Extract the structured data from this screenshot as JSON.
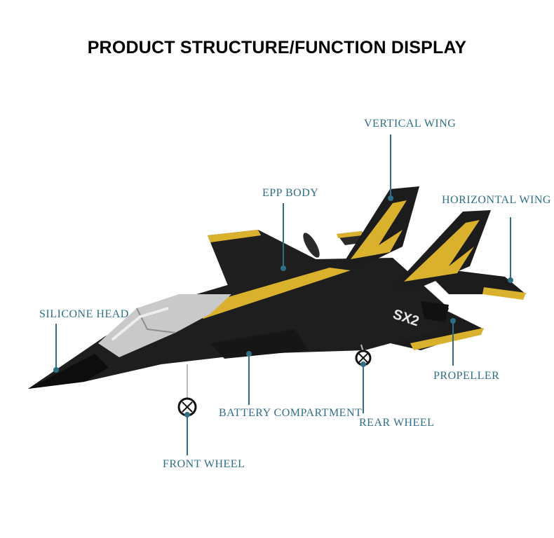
{
  "title": "PRODUCT STRUCTURE/FUNCTION DISPLAY",
  "colors": {
    "leader": "#2e6f86",
    "label_text": "#2e6f86",
    "body_black": "#1d1d1d",
    "accent_yellow": "#d9b12c",
    "canopy_silver": "#c9c9c9"
  },
  "callouts": {
    "vertical_wing": "VERTICAL WING",
    "epp_body": "EPP BODY",
    "horizontal_wing": "HORIZONTAL WING",
    "silicone_head": "SILICONE HEAD",
    "propeller": "PROPELLER",
    "battery_compartment": "BATTERY COMPARTMENT",
    "rear_wheel": "REAR WHEEL",
    "front_wheel": "FRONT WHEEL"
  },
  "aircraft": {
    "tail_marking": "SX2"
  }
}
